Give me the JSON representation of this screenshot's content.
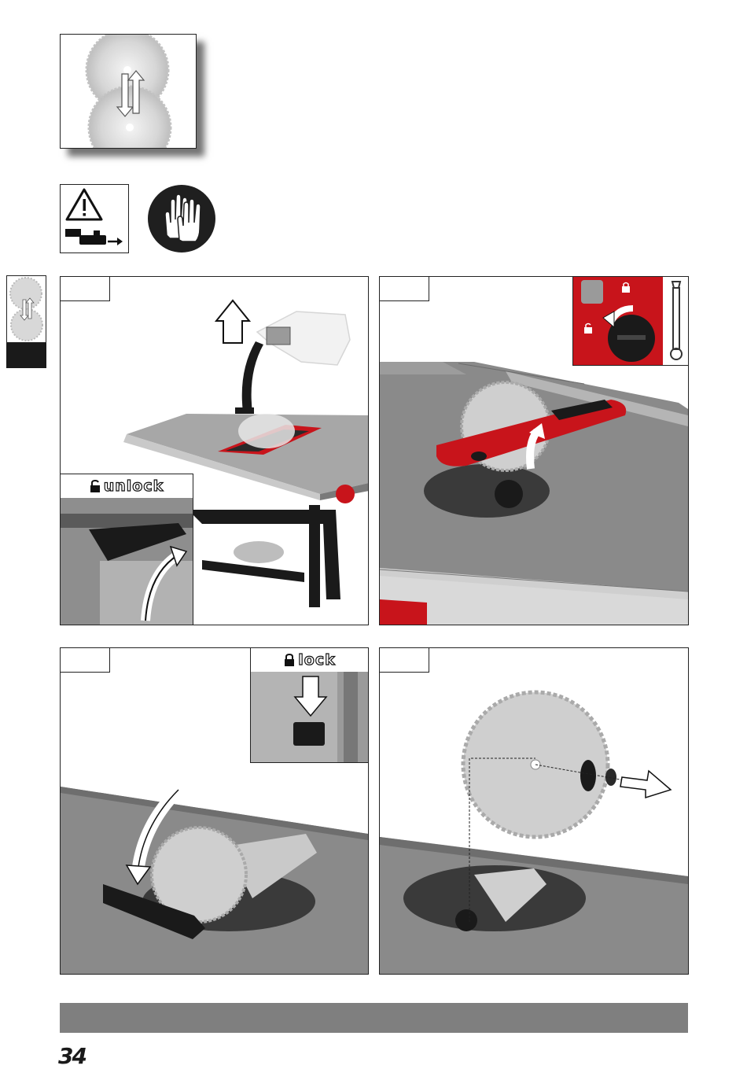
{
  "header": {
    "icon": "saw-blade-change-icon"
  },
  "safety": {
    "warning_icon": "warning-unplug-icon",
    "gloves_icon": "wear-gloves-icon"
  },
  "side_tab": {
    "icon": "saw-blade-change-icon"
  },
  "panels": [
    {
      "step": "",
      "inset_label": "unlock",
      "icon": "unlock-icon"
    },
    {
      "step": "",
      "inset_icons": [
        "lock-icon",
        "unlock-icon",
        "wrench-icon"
      ]
    },
    {
      "step": "",
      "inset_label": "lock",
      "icon": "lock-icon"
    },
    {
      "step": ""
    }
  ],
  "footer": {
    "bar_text": ""
  },
  "page_number": "34",
  "colors": {
    "brand_red": "#c8141b",
    "table_gray": "#8a8a8a",
    "dark": "#1a1a1a"
  }
}
